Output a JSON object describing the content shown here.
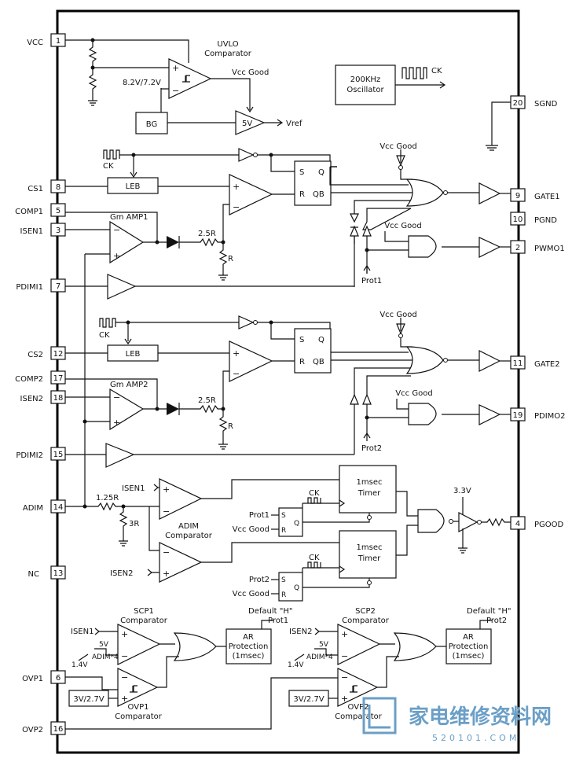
{
  "pins_left": [
    {
      "num": "1",
      "name": "VCC"
    },
    {
      "num": "8",
      "name": "CS1"
    },
    {
      "num": "5",
      "name": "COMP1"
    },
    {
      "num": "3",
      "name": "ISEN1"
    },
    {
      "num": "7",
      "name": "PDIMI1"
    },
    {
      "num": "12",
      "name": "CS2"
    },
    {
      "num": "17",
      "name": "COMP2"
    },
    {
      "num": "18",
      "name": "ISEN2"
    },
    {
      "num": "15",
      "name": "PDIMI2"
    },
    {
      "num": "14",
      "name": "ADIM"
    },
    {
      "num": "13",
      "name": "NC"
    },
    {
      "num": "6",
      "name": "OVP1"
    },
    {
      "num": "16",
      "name": "OVP2"
    }
  ],
  "pins_right": [
    {
      "num": "20",
      "name": "SGND"
    },
    {
      "num": "9",
      "name": "GATE1"
    },
    {
      "num": "10",
      "name": "PGND"
    },
    {
      "num": "2",
      "name": "PWMO1"
    },
    {
      "num": "11",
      "name": "GATE2"
    },
    {
      "num": "19",
      "name": "PDIMO2"
    },
    {
      "num": "4",
      "name": "PGOOD"
    }
  ],
  "blocks": {
    "uvlo_line1": "UVLO",
    "uvlo_line2": "Comparator",
    "uvlo_threshold": "8.2V/7.2V",
    "vcc_good": "Vcc Good",
    "bg": "BG",
    "vref_reg": "5V",
    "vref": "Vref",
    "osc_line1": "200KHz",
    "osc_line2": "Oscillator",
    "ck": "CK",
    "leb": "LEB",
    "gm_amp1": "Gm AMP1",
    "gm_amp2": "Gm AMP2",
    "r_25": "2.5R",
    "r": "R",
    "sr_s": "S",
    "sr_r": "R",
    "sr_q": "Q",
    "sr_qb": "QB",
    "prot1": "Prot1",
    "prot2": "Prot2",
    "isen1": "ISEN1",
    "isen2": "ISEN2",
    "r_125": "1.25R",
    "r_3": "3R",
    "adim_comp_line1": "ADIM",
    "adim_comp_line2": "Comparator",
    "timer_line1": "1msec",
    "timer_line2": "Timer",
    "v33": "3.3V",
    "scp1_line1": "SCP1",
    "scp2_line1": "SCP2",
    "comparator": "Comparator",
    "default_h": "Default \"H\"",
    "ar_line1": "AR",
    "ar_line2": "Protection",
    "ar_line3": "(1msec)",
    "v5": "5V",
    "adim4": "ADIM*4",
    "v14": "1.4V",
    "ovp_ref": "3V/2.7V",
    "ovp1_line1": "OVP1",
    "ovp2_line1": "OVP2",
    "plus": "+",
    "minus": "−"
  },
  "watermark": {
    "brand": "家电维修资料网",
    "url": "520101.COM"
  },
  "colors": {
    "watermark": "#6b9fc7"
  }
}
